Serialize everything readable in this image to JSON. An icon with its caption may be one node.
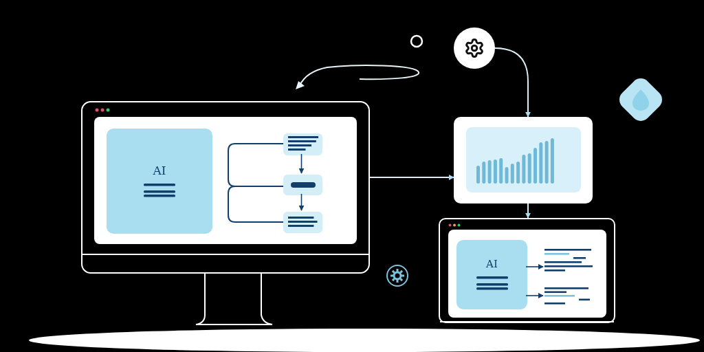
{
  "diagram": {
    "nodes": [
      {
        "text": [],
        "shape": "box"
      },
      {
        "text": [
          "AI"
        ],
        "in": 0
      },
      {
        "text": [],
        "shape": "box",
        "in": 0
      },
      {
        "text": [],
        "shape": "box",
        "in": 0
      },
      {
        "text": [],
        "shape": "box",
        "in": 0
      },
      {
        "text": [],
        "shape": "circle"
      },
      {
        "text": [],
        "shape": "box"
      },
      {
        "text": [],
        "shape": "box"
      },
      {
        "text": [
          "AI"
        ],
        "in": 7
      },
      {
        "text": [],
        "shape": "box",
        "in": 7
      },
      {
        "text": [],
        "shape": "box",
        "in": 7
      }
    ],
    "edges": [
      {
        "from": 0,
        "to": 6,
        "arrow": "to",
        "color": "#dceef5"
      },
      {
        "from": 5,
        "to": 6,
        "arrow": "to",
        "color": "#dceef5"
      },
      {
        "from": 6,
        "to": 7,
        "arrow": "to",
        "color": "#dceef5"
      },
      {
        "from": 2,
        "to": 3,
        "arrow": "to"
      },
      {
        "from": 3,
        "to": 4,
        "arrow": "to"
      },
      {
        "from": 8,
        "to": 9,
        "arrow": "to"
      },
      {
        "from": 8,
        "to": 10,
        "arrow": "to"
      }
    ]
  }
}
